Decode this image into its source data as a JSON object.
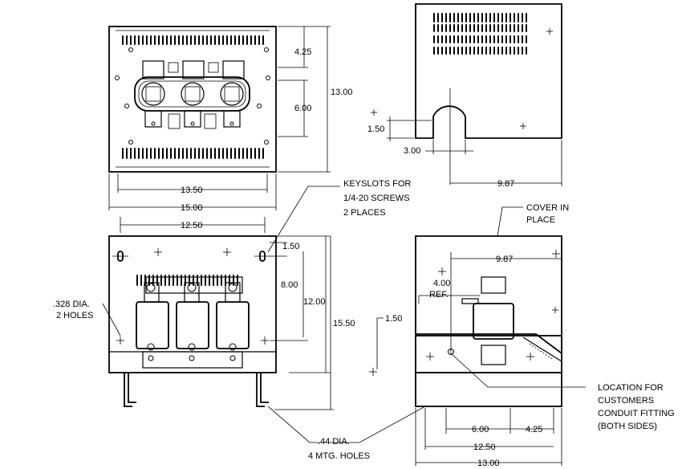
{
  "dimensions": {
    "front_top": {
      "height_total": "13.00",
      "upper": "4.25",
      "middle": "6.00",
      "width_inner": "13.50",
      "width_outer": "15.00"
    },
    "front_bottom": {
      "width_holes": "12.50",
      "top_offset": "1.50",
      "hole_spacing": "8.00",
      "height_inner": "12.00",
      "height_total": "15.50"
    },
    "side_top": {
      "cutout_height": "1.50",
      "cutout_width": "3.00",
      "depth": "9.87"
    },
    "side_bottom": {
      "depth": "9.87",
      "ref": "4.00",
      "ref_label": "REF.",
      "left_offset": "1.50",
      "span_a": "6.00",
      "span_b": "4.25",
      "width_holes": "12.50",
      "width_total": "13.00"
    }
  },
  "notes": {
    "keyslots": [
      "KEYSLOTS FOR",
      "1/4-20 SCREWS",
      "2 PLACES"
    ],
    "holes_328": [
      ".328 DIA.",
      "2 HOLES"
    ],
    "mtg_holes": [
      ".44 DIA.",
      "4 MTG. HOLES"
    ],
    "cover": [
      "COVER IN",
      "PLACE"
    ],
    "conduit": [
      "LOCATION FOR",
      "CUSTOMERS",
      "CONDUIT FITTING",
      "(BOTH SIDES)"
    ]
  }
}
